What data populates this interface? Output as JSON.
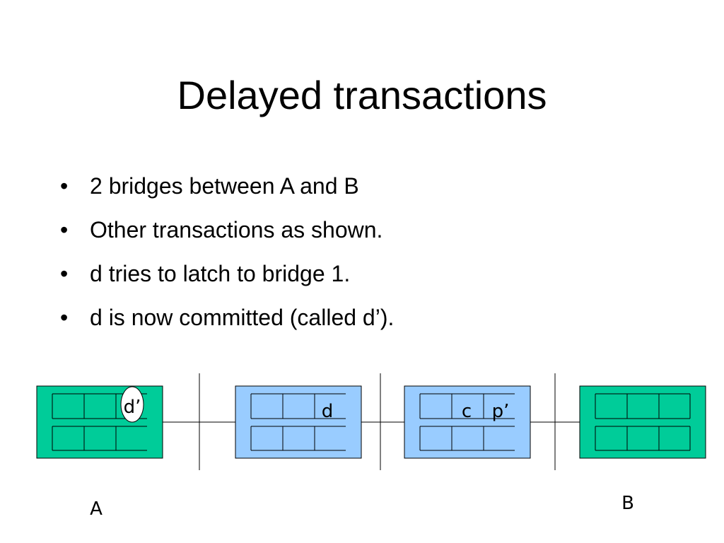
{
  "slide": {
    "title": "Delayed transactions",
    "bullets": [
      "2 bridges between A and B",
      "Other transactions as shown.",
      "d tries to latch to bridge 1.",
      "d is now committed (called d’)."
    ]
  },
  "diagram": {
    "colors": {
      "bus": "#00cc99",
      "bridge": "#99ccff",
      "line": "#000000"
    },
    "left_bus": {
      "label": "A",
      "slot_labels": [
        "d’"
      ]
    },
    "bridge_1": {
      "slot_labels": [
        "d"
      ]
    },
    "bridge_2": {
      "slot_labels": [
        "c",
        "p’"
      ]
    },
    "right_bus": {
      "label": "B"
    }
  }
}
